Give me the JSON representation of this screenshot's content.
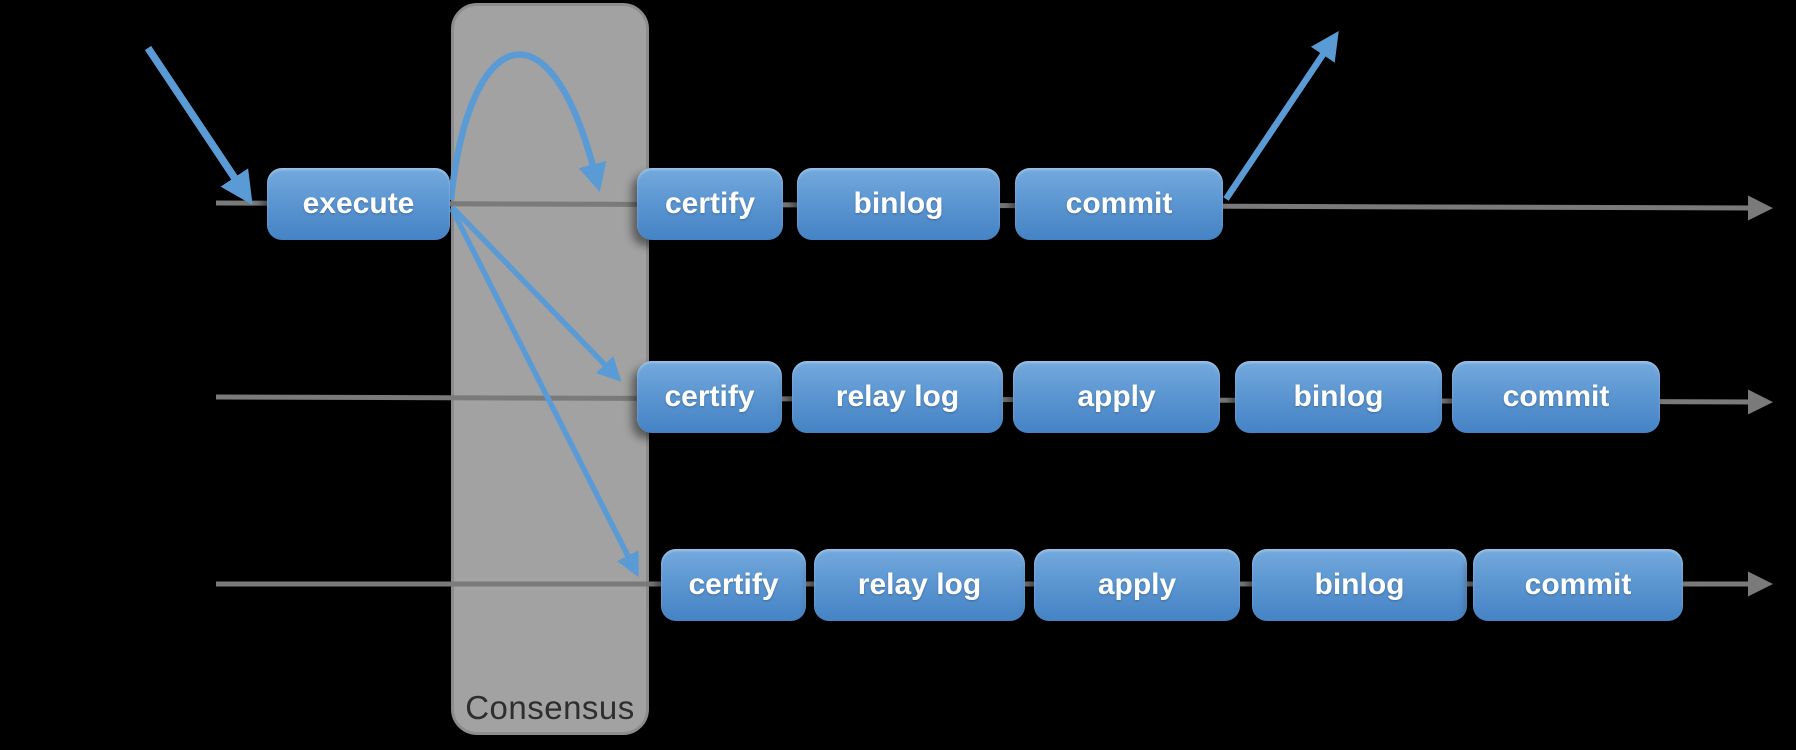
{
  "diagram": {
    "consensus": {
      "label": "Consensus"
    },
    "rows": [
      {
        "name": "node-1-primary",
        "boxes": [
          {
            "label": "execute"
          },
          {
            "label": "certify"
          },
          {
            "label": "binlog"
          },
          {
            "label": "commit"
          }
        ]
      },
      {
        "name": "node-2-secondary",
        "boxes": [
          {
            "label": "certify"
          },
          {
            "label": "relay log"
          },
          {
            "label": "apply"
          },
          {
            "label": "binlog"
          },
          {
            "label": "commit"
          }
        ]
      },
      {
        "name": "node-3-secondary",
        "boxes": [
          {
            "label": "certify"
          },
          {
            "label": "relay log"
          },
          {
            "label": "apply"
          },
          {
            "label": "binlog"
          },
          {
            "label": "commit"
          }
        ]
      }
    ],
    "arrows": [
      {
        "name": "client-request-arrow",
        "color": "blue",
        "from": "outside-top-left",
        "to": "node-1-execute"
      },
      {
        "name": "consensus-arc-arrow",
        "color": "blue",
        "from": "node-1-execute",
        "to": "node-1-certify"
      },
      {
        "name": "broadcast-node-2-arrow",
        "color": "blue",
        "from": "node-1-execute",
        "to": "node-2-certify"
      },
      {
        "name": "broadcast-node-3-arrow",
        "color": "blue",
        "from": "node-1-execute",
        "to": "node-3-certify"
      },
      {
        "name": "client-response-arrow",
        "color": "blue",
        "from": "node-1-commit",
        "to": "outside-top-right"
      },
      {
        "name": "timeline-node-1",
        "color": "gray"
      },
      {
        "name": "timeline-node-2",
        "color": "gray"
      },
      {
        "name": "timeline-node-3",
        "color": "gray"
      }
    ],
    "colors": {
      "background": "#000000",
      "arrow_blue": "#5b9bd5",
      "box_gradient_top": "#74aadd",
      "box_gradient_bottom": "#4583c5",
      "box_text": "#ffffff",
      "consensus_bar_fill": "#a2a2a2",
      "consensus_bar_border": "#8d8d8d",
      "consensus_text": "#2e2e2e",
      "timeline_gray": "#7a7a7a"
    }
  }
}
